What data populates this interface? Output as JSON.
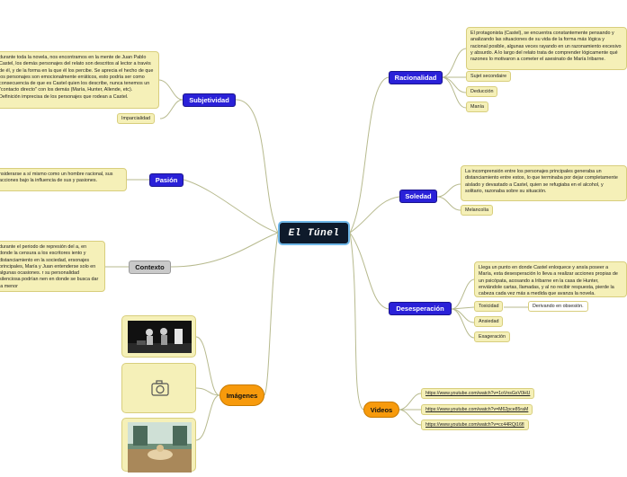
{
  "central": {
    "title": "El Túnel"
  },
  "right": {
    "racionalidad": {
      "label": "Racionalidad",
      "note": "El protagonista (Castel), se encuentra constantemente pensando y analizando las situaciones de su vida de la forma más lógica y racional posible, algunas veces rayando en un razonamiento excesivo y absurdo. A lo largo del relato trata de comprender lógicamente qué razones lo motivaron a cometer el asesinato de María Iribarne.",
      "items": [
        "Sujet secondaire",
        "Deducción",
        "Manía"
      ]
    },
    "soledad": {
      "label": "Soledad",
      "note": "La incomprensión entre los personajes principales generaba un distanciamiento entre estos, lo que terminaba por dejar completamente aislado y devastado a Castel, quien se refugiaba en el alcohol, y solitario, razonaba sobre su situación.",
      "items": [
        "Melancolía"
      ]
    },
    "desesperacion": {
      "label": "Desesperación",
      "note": "Llega un punto en donde Castel enloquece y ansía poseer a María, esta desesperación lo lleva a realizar acciones propias de un psicópata, acosando a Iribarne en la casa de Hunter, enviándole cartas, llamadas, y al no recibir respuesta, pierde la cabeza cada vez más a medida que avanza la novela.",
      "items": [
        "Toxicidad",
        "Ansiedad",
        "Exageración"
      ],
      "toxicidad_child": "Derivando en obsesión."
    },
    "videos": {
      "label": "Videos",
      "links": [
        "https://www.youtube.com/watch?v=1oVnsGxV0HU",
        "https://www.youtube.com/watch?v=M62pce85raM",
        "https://www.youtube.com/watch?v=cc44RQi16fI"
      ]
    }
  },
  "left": {
    "subjetividad": {
      "label": "Subjetividad",
      "note": "durante toda la novela, nos encontramos en la mente de Juan Pablo Castel, los demás personajes del relato son descritos al lector a través de él, y de la forma en la que él los percibe. Se aprecia el hecho de que los personajes son emocionalmente erráticos, esto podría ser como consecuencia de que es Castel quien los describe, nunca tenemos un \"contacto directo\" con los demás (María, Hunter, Allende, etc). Definición imprecisa de los personajes que rodean a Castel.",
      "items": [
        "Imparcialidad"
      ]
    },
    "pasion": {
      "label": "Pasión",
      "note": "nsiderarse a sí mismo como un hombre racional, sus acciones bajo la influencia de sus y pasiones."
    },
    "contexto": {
      "label": "Contexto",
      "note": "durante el periodo de represión del a, en donde la censura a los escritores iento y distanciamiento en la sociedad, ersonajes principales, María y Juan entenderse solo en algunas ocasiones. r su personalidad silenciosa podrían nen en donde se busca dar la menor"
    },
    "imagenes": {
      "label": "Imágenes",
      "items": [
        "image-stage",
        "camera-placeholder",
        "image-surreal"
      ]
    }
  },
  "colors": {
    "main_blue": "#2a21d8",
    "context_grey": "#c9c9c9",
    "orange": "#f79a0c",
    "note_yellow": "#f5f0b8",
    "central": "#0e1a2b",
    "central_border": "#6fb7e8",
    "link_line": "#b7ba8e"
  }
}
